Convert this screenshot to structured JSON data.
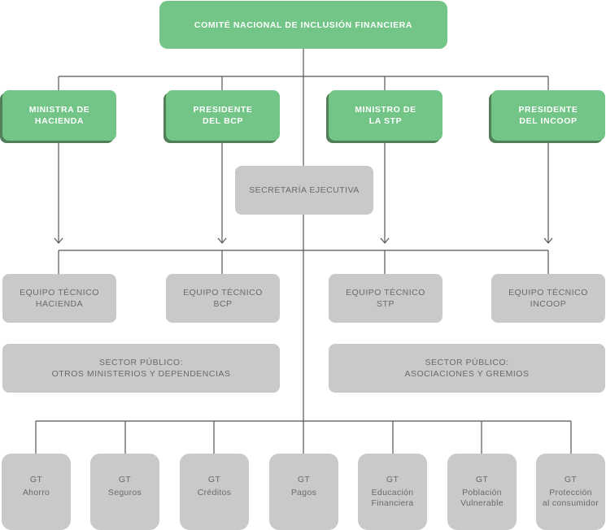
{
  "top": {
    "title": "COMITÉ NACIONAL DE INCLUSIÓN FINANCIERA"
  },
  "members": [
    {
      "line1": "MINISTRA DE",
      "line2": "HACIENDA"
    },
    {
      "line1": "PRESIDENTE",
      "line2": "DEL BCP"
    },
    {
      "line1": "MINISTRO DE",
      "line2": "LA STP"
    },
    {
      "line1": "PRESIDENTE",
      "line2": "DEL INCOOP"
    }
  ],
  "secretaria": {
    "label": "SECRETARÍA EJECUTIVA"
  },
  "equipos": [
    {
      "line1": "EQUIPO TÉCNICO",
      "line2": "HACIENDA"
    },
    {
      "line1": "EQUIPO TÉCNICO",
      "line2": "BCP"
    },
    {
      "line1": "EQUIPO TÉCNICO",
      "line2": "STP"
    },
    {
      "line1": "EQUIPO TÉCNICO",
      "line2": "INCOOP"
    }
  ],
  "sectores": [
    {
      "line1": "SECTOR PÚBLICO:",
      "line2": "OTROS MINISTERIOS Y DEPENDENCIAS"
    },
    {
      "line1": "SECTOR PÚBLICO:",
      "line2": "ASOCIACIONES Y GREMIOS"
    }
  ],
  "grupos": [
    {
      "title": "GT",
      "line1": "Ahorro",
      "line2": ""
    },
    {
      "title": "GT",
      "line1": "Seguros",
      "line2": ""
    },
    {
      "title": "GT",
      "line1": "Créditos",
      "line2": ""
    },
    {
      "title": "GT",
      "line1": "Pagos",
      "line2": ""
    },
    {
      "title": "GT",
      "line1": "Educación",
      "line2": "Financiera"
    },
    {
      "title": "GT",
      "line1": "Población",
      "line2": "Vulnerable"
    },
    {
      "title": "GT",
      "line1": "Protección",
      "line2": "al consumidor"
    }
  ],
  "colors": {
    "green": "#72c586",
    "green_shadow": "#4f7f5a",
    "gray": "#c9c9c9",
    "line": "#555555"
  }
}
